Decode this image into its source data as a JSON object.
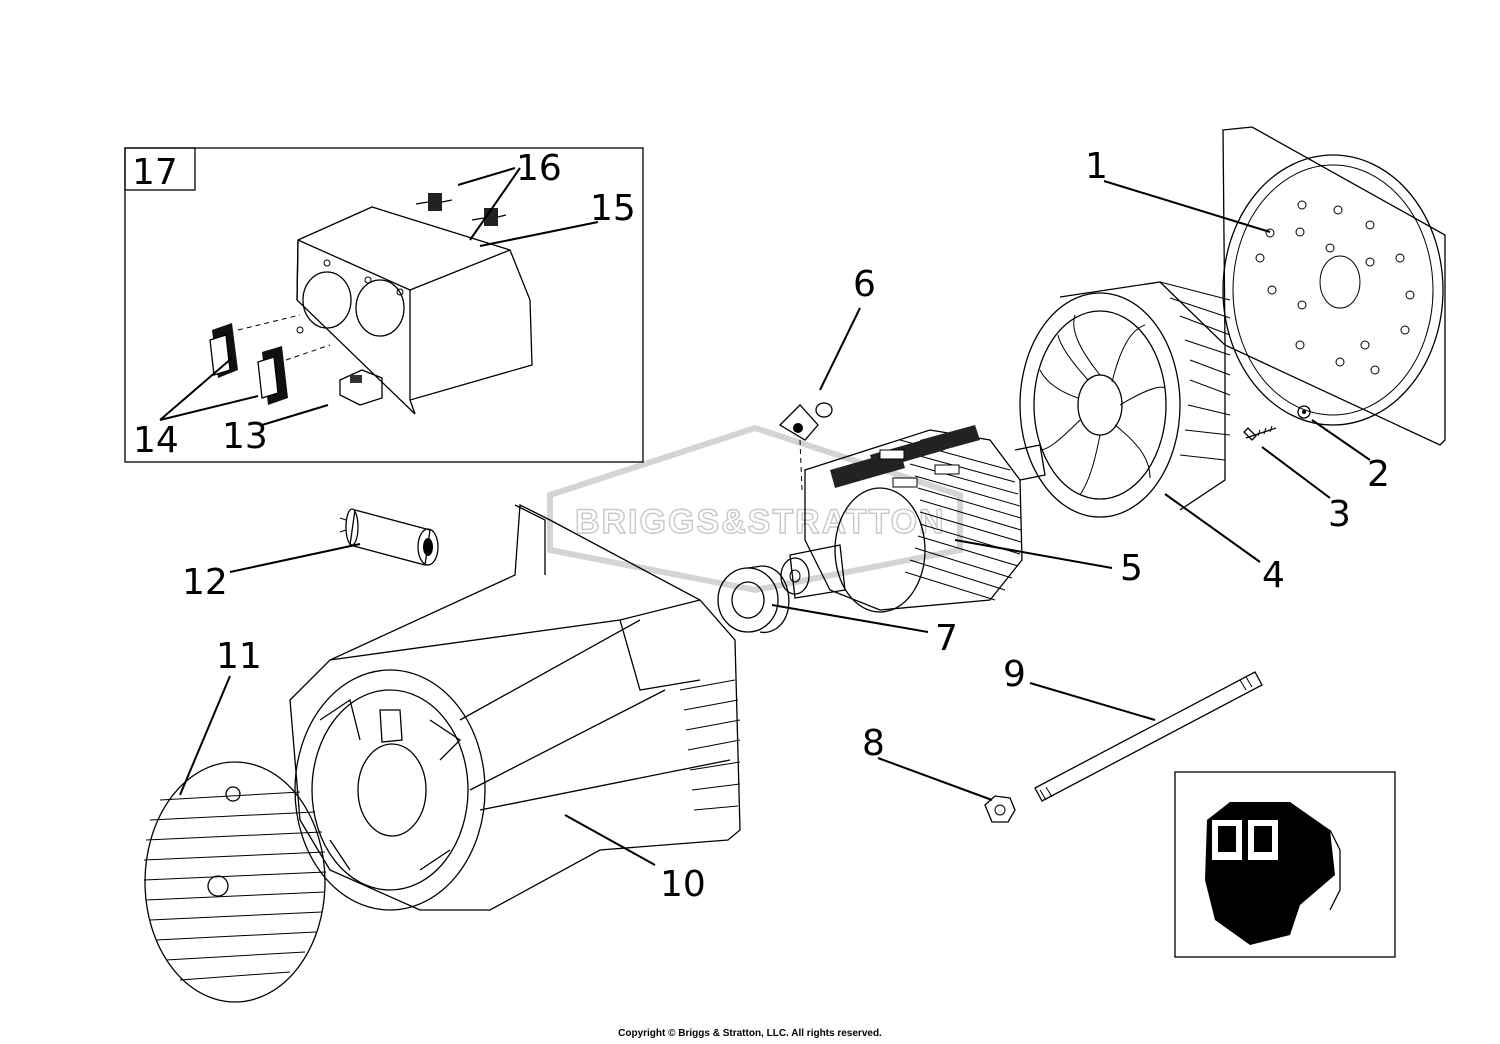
{
  "watermark": "BRIGGS&STRATTON",
  "kit_box": {
    "number": "17"
  },
  "callouts": [
    {
      "id": "1",
      "text": "1"
    },
    {
      "id": "2",
      "text": "2"
    },
    {
      "id": "3",
      "text": "3"
    },
    {
      "id": "4",
      "text": "4"
    },
    {
      "id": "5",
      "text": "5"
    },
    {
      "id": "6",
      "text": "6"
    },
    {
      "id": "7",
      "text": "7"
    },
    {
      "id": "8",
      "text": "8"
    },
    {
      "id": "9",
      "text": "9"
    },
    {
      "id": "10",
      "text": "10"
    },
    {
      "id": "11",
      "text": "11"
    },
    {
      "id": "12",
      "text": "12"
    },
    {
      "id": "13",
      "text": "13"
    },
    {
      "id": "14",
      "text": "14"
    },
    {
      "id": "15",
      "text": "15"
    },
    {
      "id": "16",
      "text": "16"
    }
  ],
  "copyright": "Copyright © Briggs & Stratton, LLC. All rights reserved."
}
